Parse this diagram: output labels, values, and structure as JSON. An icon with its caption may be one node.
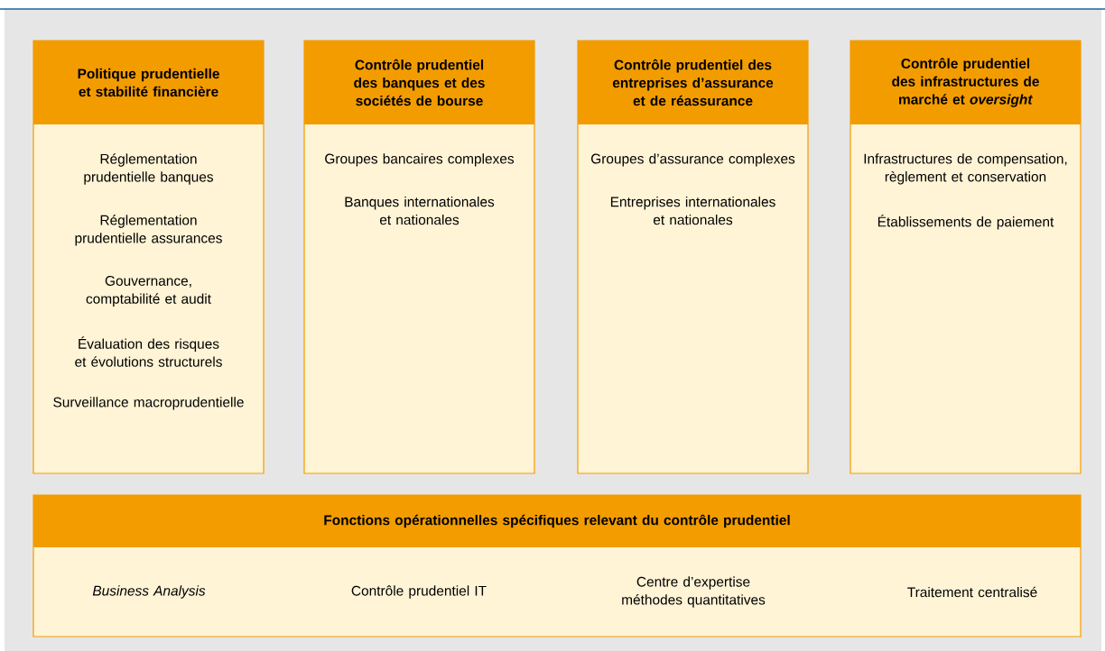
{
  "diagram": {
    "nodes": [
      {
        "text": [
          "Politique prudentielle et stabilité financière",
          "Réglementation prudentielle banques",
          "Réglementation prudentielle assurances",
          "Gouvernance, comptabilité et audit",
          "Évaluation des risques et évolutions structurels",
          "Surveillance macroprudentielle"
        ]
      },
      {
        "text": [
          "Contrôle prudentiel des banques et des sociétés de bourse",
          "Groupes bancaires complexes",
          "Banques internationales et nationales"
        ]
      },
      {
        "text": [
          "Contrôle prudentiel des entreprises d’assurance et de réassurance",
          "Groupes d’assurance complexes",
          "Entreprises internationales et nationales"
        ]
      },
      {
        "text": [
          "Contrôle prudentiel des infrastructures de marché et *oversight*",
          "Infrastructures de compensation, règlement et conservation",
          "Établissements de paiement"
        ]
      },
      {
        "text": [
          "Fonctions opérationnelles spécifiques relevant du contrôle prudentiel",
          "Business Analysis",
          "Contrôle prudentiel IT",
          "Centre d’expertise méthodes quantitatives",
          "Traitement centralisé"
        ]
      }
    ]
  }
}
